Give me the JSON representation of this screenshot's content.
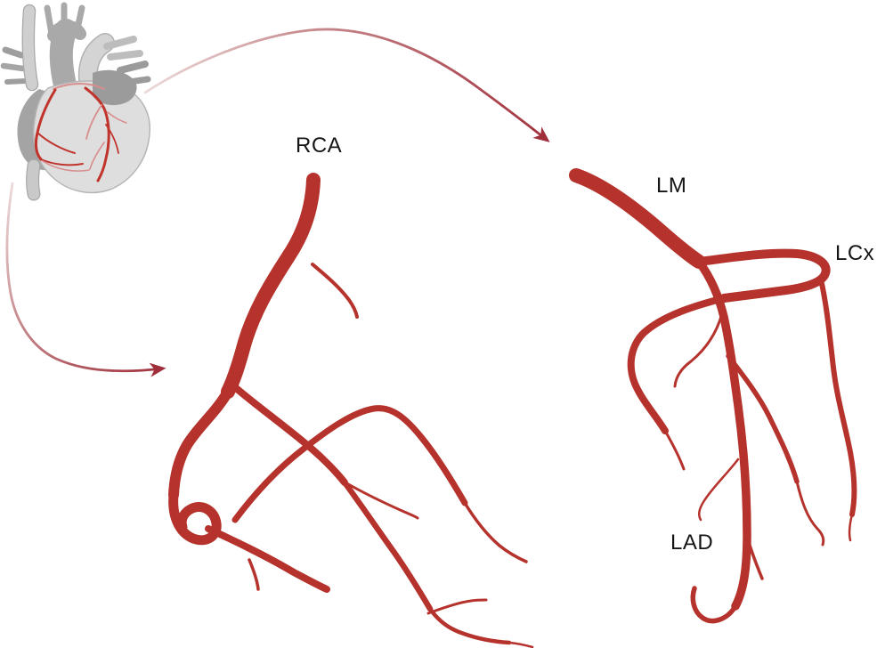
{
  "figure": {
    "description": "Coronary artery anatomy diagram: heart illustration with arrows pointing to the right coronary artery tree and the left coronary artery tree",
    "labels": {
      "rca": "RCA",
      "lm": "LM",
      "lcx": "LCx",
      "lad": "LAD"
    }
  },
  "colors": {
    "background": "#ffffff",
    "artery": "#b5332c",
    "arrow_dark": "#a12f3b",
    "arrow_light": "#ecd9d9",
    "heart_body": "#dedede",
    "heart_body_stroke": "#b6b6b6",
    "heart_gray_mid": "#a9a9a9",
    "heart_gray_dark": "#9b9b9b",
    "heart_gray_light": "#cfcfcf",
    "heart_artery": "#c0342c",
    "heart_artery_light": "#d98d8d",
    "label_color": "#151515"
  }
}
